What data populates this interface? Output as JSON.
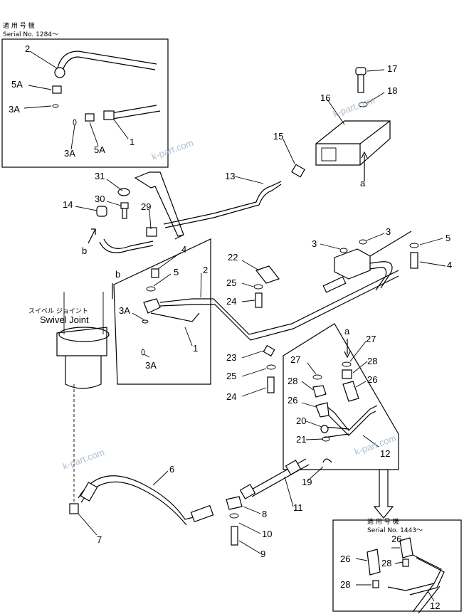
{
  "header_top": {
    "jp": "適 用 号 機",
    "serial": "Serial No. 1284～"
  },
  "header_bottom": {
    "jp": "適 用 号 機",
    "serial": "Serial No. 1443～"
  },
  "swivel": {
    "jp": "スイベル ジョイント",
    "en": "Swivel Joint"
  },
  "watermark": "k-part.com",
  "callouts": [
    "1",
    "2",
    "3",
    "3A",
    "4",
    "5",
    "5A",
    "6",
    "7",
    "8",
    "9",
    "10",
    "11",
    "12",
    "13",
    "14",
    "15",
    "16",
    "17",
    "18",
    "19",
    "20",
    "21",
    "22",
    "23",
    "24",
    "25",
    "26",
    "27",
    "28",
    "29",
    "30",
    "31",
    "a",
    "b"
  ]
}
